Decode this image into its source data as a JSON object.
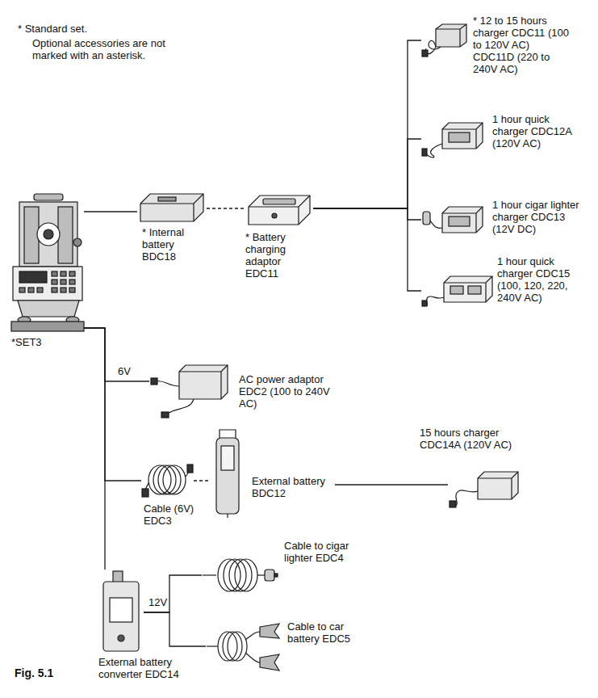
{
  "diagram": {
    "caption": "Fig. 5.1",
    "nodes": [
      {
        "text": [
          "*SET3"
        ]
      },
      {
        "text": [
          "* Internal battery BDC18"
        ]
      },
      {
        "text": [
          "* Battery charging adaptor EDC11"
        ]
      },
      {
        "text": [
          "* 12 to 15 hours charger CDC11 (100 to 120V AC) CDC11D (220 to 240V AC)"
        ]
      },
      {
        "text": [
          "1 hour quick charger CDC12A (120V AC)"
        ]
      },
      {
        "text": [
          "1 hour cigar lighter charger CDC13 (12V DC)"
        ]
      },
      {
        "text": [
          "1 hour quick charger CDC15 (100, 120, 220, 240V AC)"
        ]
      },
      {
        "text": [
          "AC power adaptor EDC2 (100 to 240V AC)"
        ]
      },
      {
        "text": [
          "Cable (6V) EDC3"
        ]
      },
      {
        "text": [
          "External battery BDC12"
        ]
      },
      {
        "text": [
          "15 hours charger CDC14A (120V AC)"
        ]
      },
      {
        "text": [
          "External battery converter EDC14"
        ]
      },
      {
        "text": [
          "Cable to cigar lighter EDC4"
        ]
      },
      {
        "text": [
          "Cable to car battery EDC5"
        ]
      }
    ],
    "edges": [
      {
        "from": 0,
        "to": 1,
        "arrow": "none"
      },
      {
        "from": 1,
        "to": 2,
        "arrow": "none"
      },
      {
        "from": 2,
        "to": 3,
        "arrow": "none"
      },
      {
        "from": 2,
        "to": 4,
        "arrow": "none"
      },
      {
        "from": 2,
        "to": 5,
        "arrow": "none"
      },
      {
        "from": 2,
        "to": 6,
        "arrow": "none"
      },
      {
        "from": 0,
        "to": 7,
        "arrow": "none"
      },
      {
        "from": 0,
        "to": 8,
        "arrow": "none"
      },
      {
        "from": 8,
        "to": 9,
        "arrow": "none"
      },
      {
        "from": 9,
        "to": 10,
        "arrow": "none"
      },
      {
        "from": 0,
        "to": 11,
        "arrow": "none"
      },
      {
        "from": 11,
        "to": 12,
        "arrow": "none"
      },
      {
        "from": 11,
        "to": 13,
        "arrow": "none"
      }
    ],
    "labels": [
      "* Standard set.",
      "Optional accessories are not marked with an asterisk.",
      "6V",
      "12V"
    ]
  }
}
